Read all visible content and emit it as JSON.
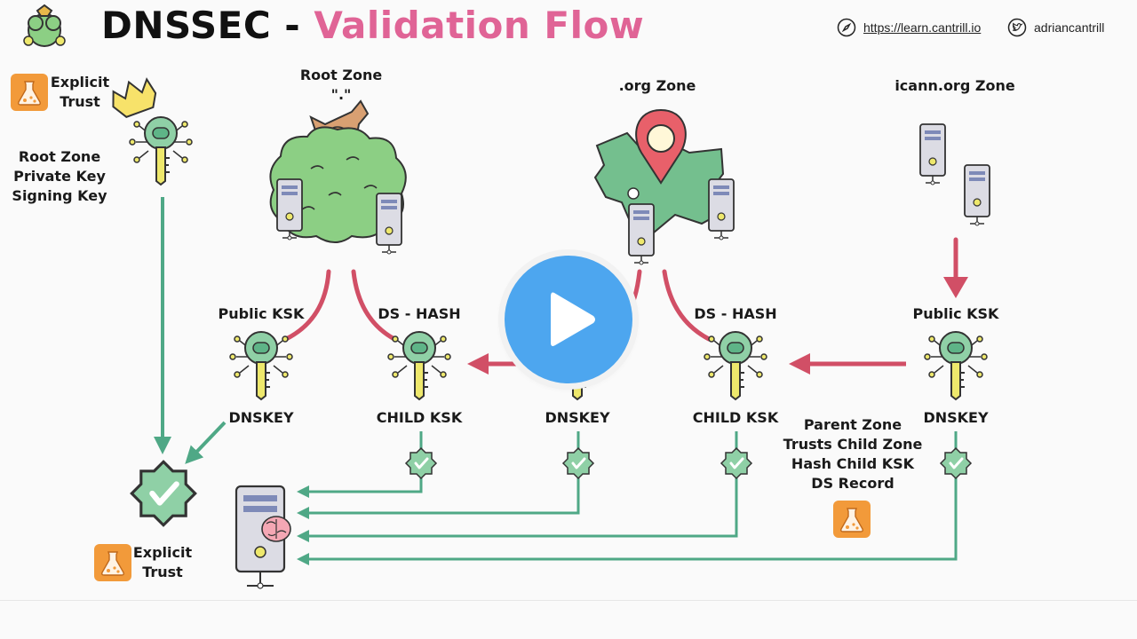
{
  "header": {
    "title_part1": "DNSSEC - ",
    "title_part2": "Validation Flow",
    "link_url": "https://learn.cantrill.io",
    "twitter_handle": "adriancantrill"
  },
  "left": {
    "explicit_trust_top": [
      "Explicit",
      "Trust"
    ],
    "root_private_key": [
      "Root Zone",
      "Private Key",
      "Signing Key"
    ],
    "explicit_trust_bottom": [
      "Explicit",
      "Trust"
    ]
  },
  "zones": {
    "root": [
      "Root Zone",
      "\".\""
    ],
    "org": ".org Zone",
    "icann": "icann.org Zone"
  },
  "keys": {
    "root_public_ksk": "Public KSK",
    "root_dnskey": "DNSKEY",
    "root_ds_hash": "DS - HASH",
    "root_child_ksk": "CHILD KSK",
    "org_dnskey": "DNSKEY",
    "org_ds_hash": "DS - HASH",
    "org_child_ksk": "CHILD KSK",
    "icann_public_ksk": "Public KSK",
    "icann_dnskey": "DNSKEY"
  },
  "note": [
    "Parent Zone",
    "Trusts Child Zone",
    "Hash Child KSK",
    "DS Record"
  ],
  "colors": {
    "green_line": "#4fa886",
    "red_line": "#d14f66",
    "title_accent": "#e06496",
    "play_button": "#4da6ef",
    "key_green": "#8fd0a6",
    "key_yellow": "#eee86c",
    "tree_green": "#8ccf84"
  },
  "play_button": {
    "icon": "play-icon"
  }
}
